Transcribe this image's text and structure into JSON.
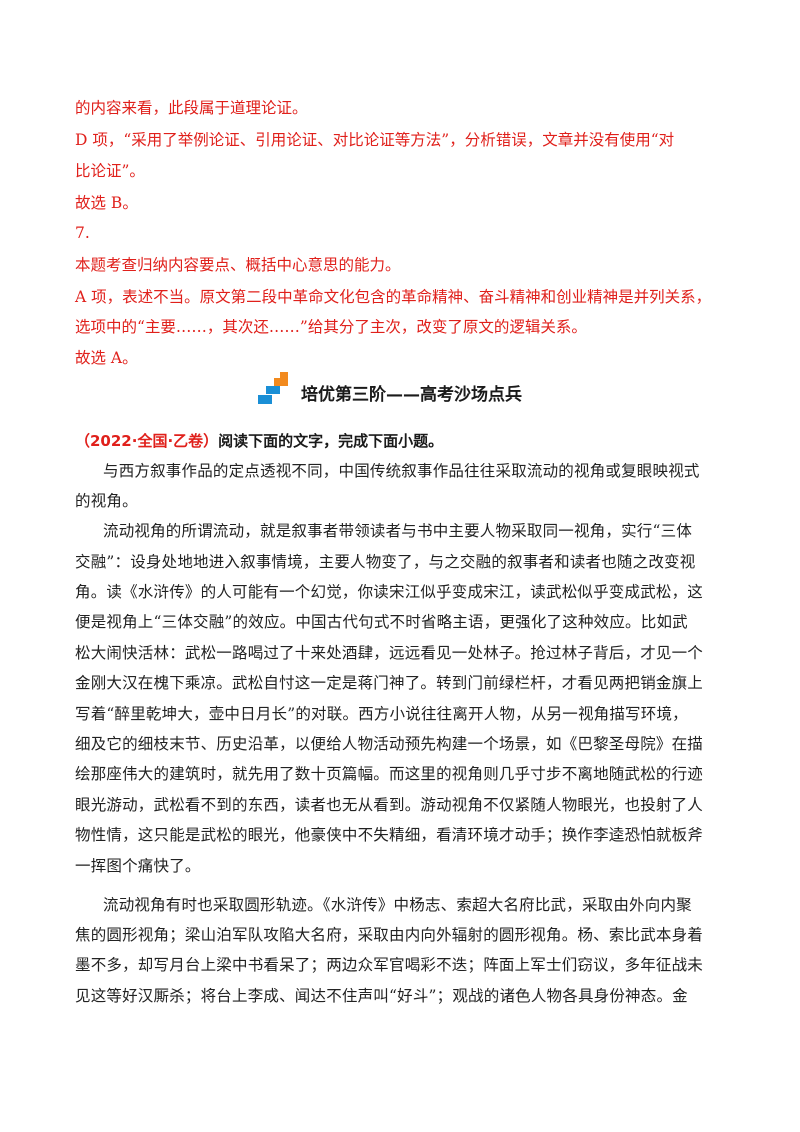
{
  "answer": {
    "line1": "的内容来看，此段属于道理论证。",
    "line2": "D 项，“采用了举例论证、引用论证、对比论证等方法”，分析错误，文章并没有使用“对",
    "line3": "比论证”。",
    "line4": "故选 B。",
    "line5": "7.",
    "line6": "本题考查归纳内容要点、概括中心意思的能力。",
    "line7": "A 项，表述不当。原文第二段中革命文化包含的革命精神、奋斗精神和创业精神是并列关系，",
    "line8": "选项中的“主要……，其次还……”给其分了主次，改变了原文的逻辑关系。",
    "line9": "故选 A。"
  },
  "section": {
    "title": "培优第三阶——高考沙场点兵",
    "icon": "stacked-blocks-icon",
    "colors": {
      "orange": "#f28a1e",
      "blue": "#1a8fd6"
    }
  },
  "question": {
    "source_tag": "（2022·全国·乙卷）",
    "instruction": "阅读下面的文字，完成下面小题。"
  },
  "passage": {
    "p1": [
      "与西方叙事作品的定点透视不同，中国传统叙事作品往往采取流动的视角或复眼映视式",
      "的视角。"
    ],
    "p2": [
      "流动视角的所谓流动，就是叙事者带领读者与书中主要人物采取同一视角，实行“三体",
      "交融”：设身处地地进入叙事情境，主要人物变了，与之交融的叙事者和读者也随之改变视",
      "角。读《水浒传》的人可能有一个幻觉，你读宋江似乎变成宋江，读武松似乎变成武松，这",
      "便是视角上“三体交融”的效应。中国古代句式不时省略主语，更强化了这种效应。比如武",
      "松大闹快活林：武松一路喝过了十来处酒肆，远远看见一处林子。抢过林子背后，才见一个",
      "金刚大汉在槐下乘凉。武松自忖这一定是蒋门神了。转到门前绿栏杆，才看见两把销金旗上",
      "写着“醉里乾坤大，壶中日月长”的对联。西方小说往往离开人物，从另一视角描写环境，",
      "细及它的细枝末节、历史沿革，以便给人物活动预先构建一个场景，如《巴黎圣母院》在描",
      "绘那座伟大的建筑时，就先用了数十页篇幅。而这里的视角则几乎寸步不离地随武松的行迹",
      "眼光游动，武松看不到的东西，读者也无从看到。游动视角不仅紧随人物眼光，也投射了人",
      "物性情，这只能是武松的眼光，他豪侠中不失精细，看清环境才动手；换作李逵恐怕就板斧",
      "一挥图个痛快了。"
    ],
    "p3": [
      "流动视角有时也采取圆形轨迹。《水浒传》中杨志、索超大名府比武，采取由外向内聚",
      "焦的圆形视角；梁山泊军队攻陷大名府，采取由内向外辐射的圆形视角。杨、索比武本身着",
      "墨不多，却写月台上梁中书看呆了；两边众军官喝彩不迭；阵面上军士们窃议，多年征战未",
      "见这等好汉厮杀；将台上李成、闻达不住声叫“好斗”；观战的诸色人物各具身份神态。金"
    ]
  }
}
